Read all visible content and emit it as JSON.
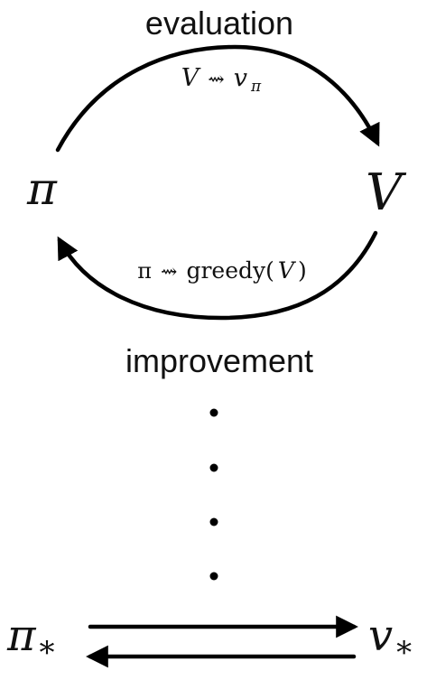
{
  "labels": {
    "evaluation": "evaluation",
    "improvement": "improvement",
    "policy": "π",
    "value": "V",
    "eval_formula_v": "V",
    "eval_formula_arrow": "⇝",
    "eval_formula_target": "v",
    "eval_formula_sub": "π",
    "improve_formula_pi": "π",
    "improve_formula_arrow": "⇝",
    "improve_formula_fn": "greedy(",
    "improve_formula_arg": "V",
    "improve_formula_close": ")",
    "optimal_policy": "π",
    "optimal_policy_sub": "*",
    "optimal_value": "v",
    "optimal_value_sub": "*"
  },
  "colors": {
    "ink": "#000000",
    "background": "#ffffff"
  },
  "icons": {
    "continuation": "vertical-ellipsis-dots"
  }
}
